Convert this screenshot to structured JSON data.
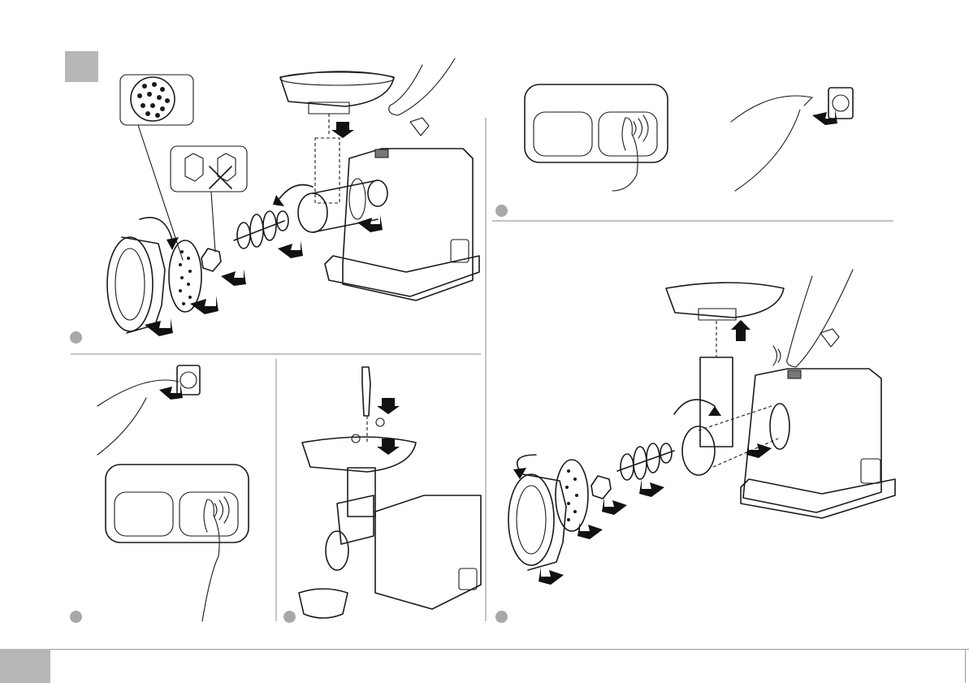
{
  "page": {
    "section_marker": "",
    "footer_page_number": ""
  },
  "steps": [
    {
      "id": "assemble",
      "label": ""
    },
    {
      "id": "plug-in",
      "label": ""
    },
    {
      "id": "feed",
      "label": ""
    },
    {
      "id": "panel-touch",
      "label": ""
    },
    {
      "id": "disassemble",
      "label": ""
    }
  ],
  "icons": {
    "hand": "hand-icon",
    "plug": "plug-icon",
    "arrow": "arrow-icon",
    "touch_panel": "touch-panel-icon"
  },
  "colors": {
    "line": "#1a1a1a",
    "marker_gray": "#b7b7b7",
    "dot_gray": "#a8a8a8",
    "divider": "#9a9a9a"
  }
}
